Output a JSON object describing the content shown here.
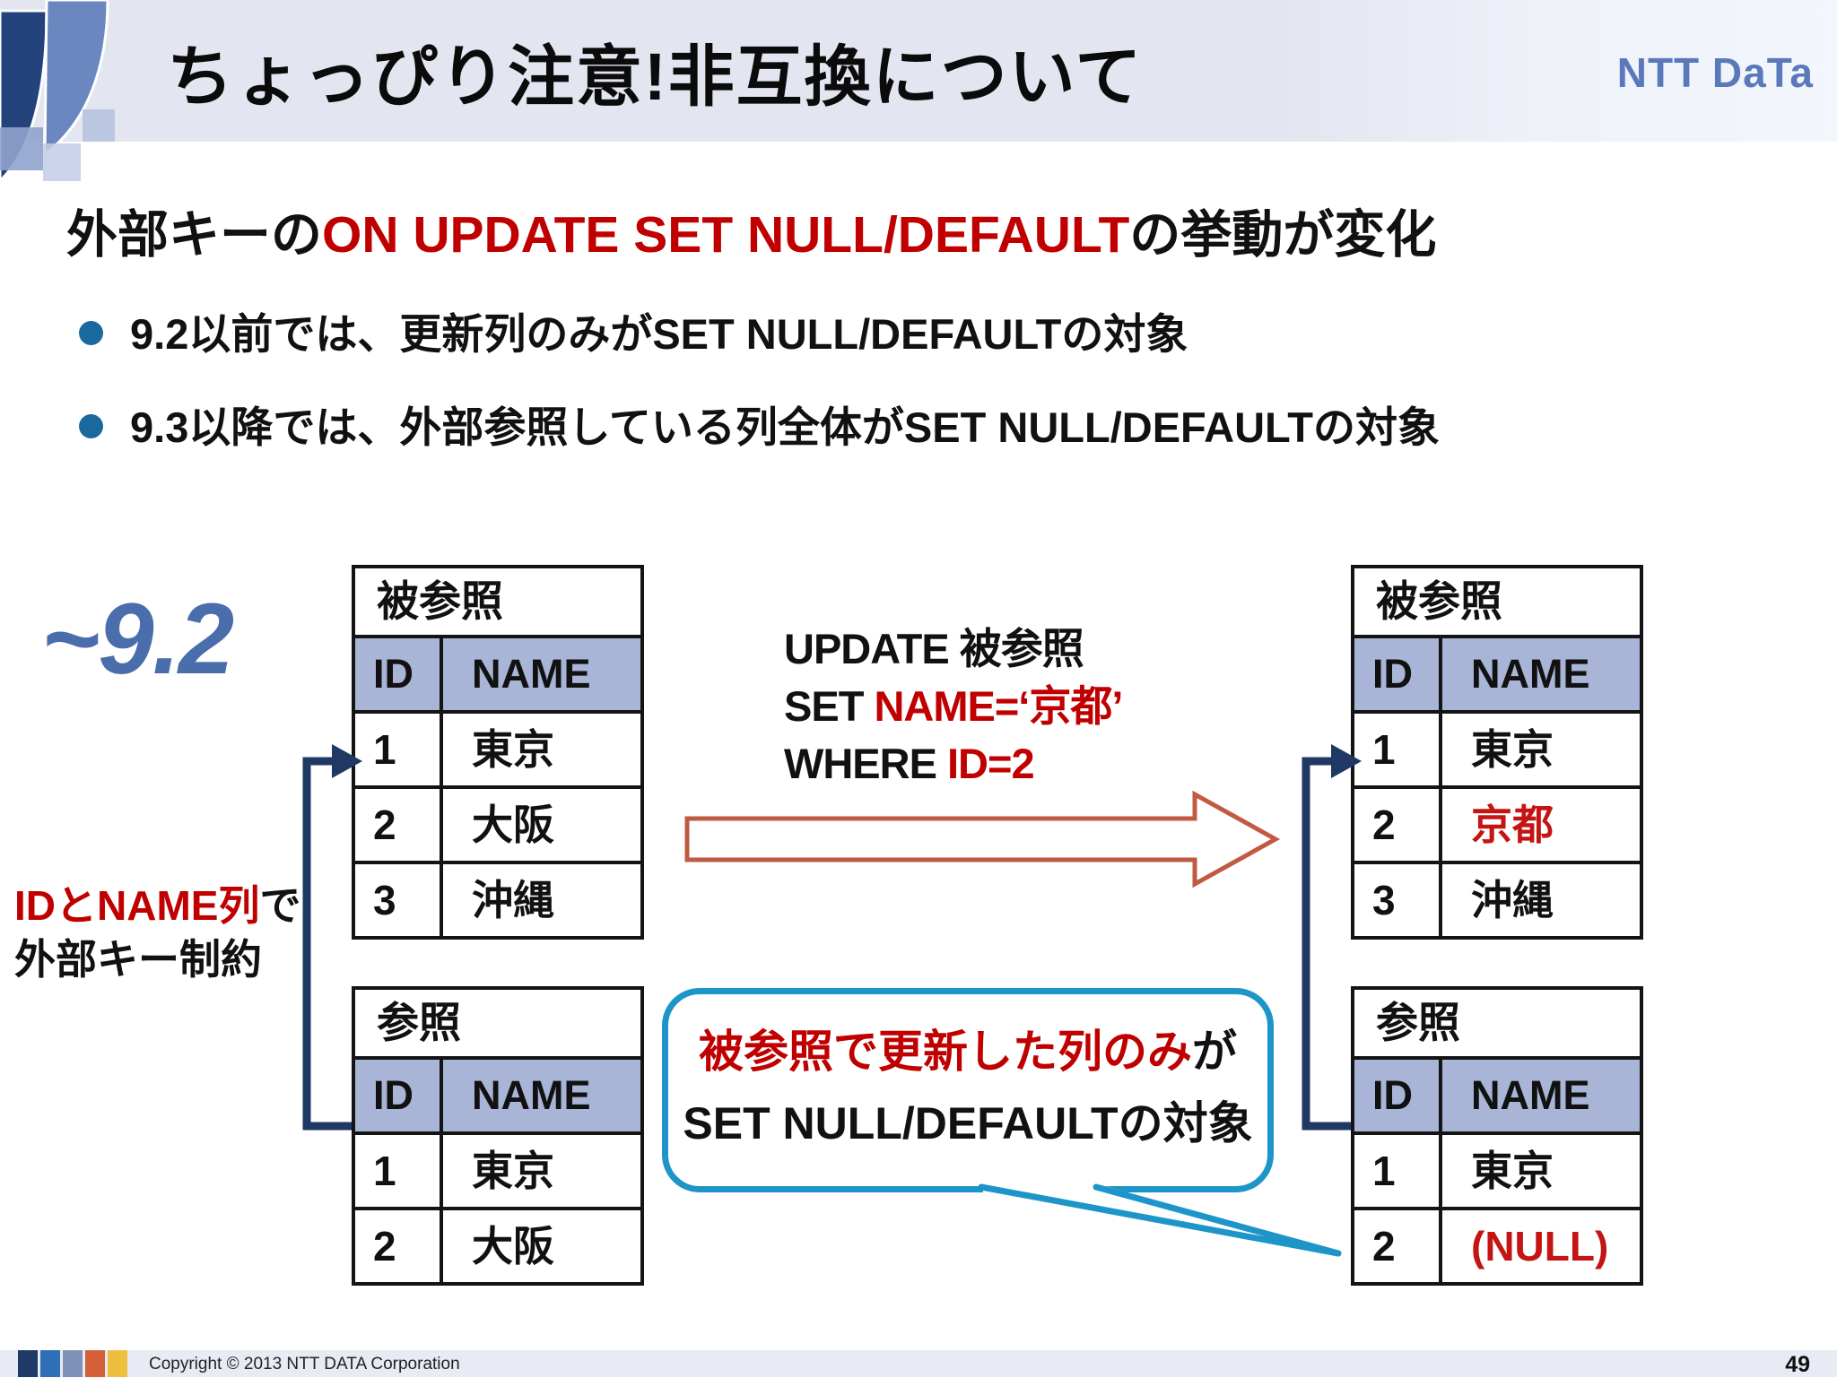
{
  "header": {
    "title": "ちょっぴり注意!非互換について",
    "logo": "NTT DaTa"
  },
  "heading": {
    "black1": "外部キーの",
    "red": "ON UPDATE SET NULL/DEFAULT",
    "black2": "の挙動が変化"
  },
  "bullets": [
    "9.2以前では、更新列のみがSET NULL/DEFAULTの対象",
    "9.3以降では、外部参照している列全体がSET NULL/DEFAULTの対象"
  ],
  "version_label": "~9.2",
  "fk_note": {
    "red": "IDとNAME列",
    "black": "で",
    "line2": "外部キー制約"
  },
  "sql": {
    "l1": "UPDATE 被参照",
    "l2_black": "SET ",
    "l2_red": "NAME=‘京都’",
    "l3_black": "WHERE ",
    "l3_red": "ID=2"
  },
  "bubble": {
    "l1_red": "被参照で更新した列のみ",
    "l1_black": "が",
    "l2": "SET NULL/DEFAULTの対象"
  },
  "tables": {
    "before_parent": {
      "title": "被参照",
      "cols": [
        "ID",
        "NAME"
      ],
      "rows": [
        [
          "1",
          "東京"
        ],
        [
          "2",
          "大阪"
        ],
        [
          "3",
          "沖縄"
        ]
      ]
    },
    "after_parent": {
      "title": "被参照",
      "cols": [
        "ID",
        "NAME"
      ],
      "rows": [
        [
          "1",
          "東京"
        ],
        [
          "2",
          "京都"
        ],
        [
          "3",
          "沖縄"
        ]
      ]
    },
    "before_child": {
      "title": "参照",
      "cols": [
        "ID",
        "NAME"
      ],
      "rows": [
        [
          "1",
          "東京"
        ],
        [
          "2",
          "大阪"
        ]
      ]
    },
    "after_child": {
      "title": "参照",
      "cols": [
        "ID",
        "NAME"
      ],
      "rows": [
        [
          "1",
          "東京"
        ],
        [
          "2",
          "(NULL)"
        ]
      ]
    }
  },
  "footer": {
    "copyright": "Copyright © 2013 NTT DATA Corporation",
    "page": "49"
  },
  "colors": {
    "accent_red": "#c00000",
    "table_header_bg": "#a9b5d7",
    "bullet_dot": "#1a699e",
    "version_blue": "#4a6dab",
    "bubble_border": "#1e95c8",
    "connector_navy": "#1f3864",
    "arrow_outline": "#c05a43",
    "logo_blue": "#5a79ba",
    "header_bg": "#e3e6f0",
    "footer_bg": "#e8ebf4"
  }
}
